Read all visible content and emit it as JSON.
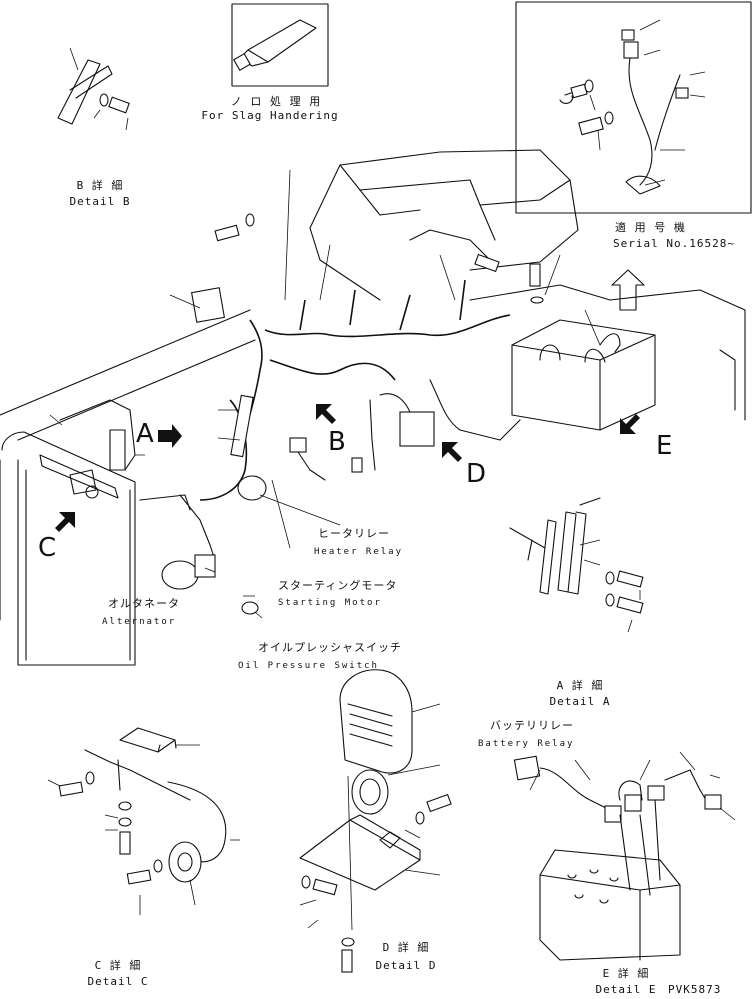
{
  "callouts": {
    "A": "A",
    "B": "B",
    "C": "C",
    "D": "D",
    "E": "E"
  },
  "details": {
    "B": {
      "jp": "B 詳 細",
      "en": "Detail B"
    },
    "A": {
      "jp": "A 詳 細",
      "en": "Detail A"
    },
    "C": {
      "jp": "C 詳 細",
      "en": "Detail C"
    },
    "D": {
      "jp": "D 詳 細",
      "en": "Detail D"
    },
    "E": {
      "jp": "E 詳 細",
      "en": "Detail E"
    }
  },
  "slag": {
    "jp": "ノ ロ 処 理 用",
    "en": "For Slag Handering"
  },
  "serial": {
    "jp": "適 用 号 機",
    "en": "Serial No.16528~"
  },
  "parts": {
    "heater_relay": {
      "jp": "ヒータリレー",
      "en": "Heater Relay"
    },
    "starting_motor": {
      "jp": "スターティングモータ",
      "en": "Starting Motor"
    },
    "alternator": {
      "jp": "オルタネータ",
      "en": "Alternator"
    },
    "oil_pressure_switch": {
      "jp": "オイルプレッシャスイッチ",
      "en": "Oil Pressure Switch"
    },
    "battery_relay": {
      "jp": "バッテリリレー",
      "en": "Battery Relay"
    }
  },
  "drawing_no": "PVK5873"
}
